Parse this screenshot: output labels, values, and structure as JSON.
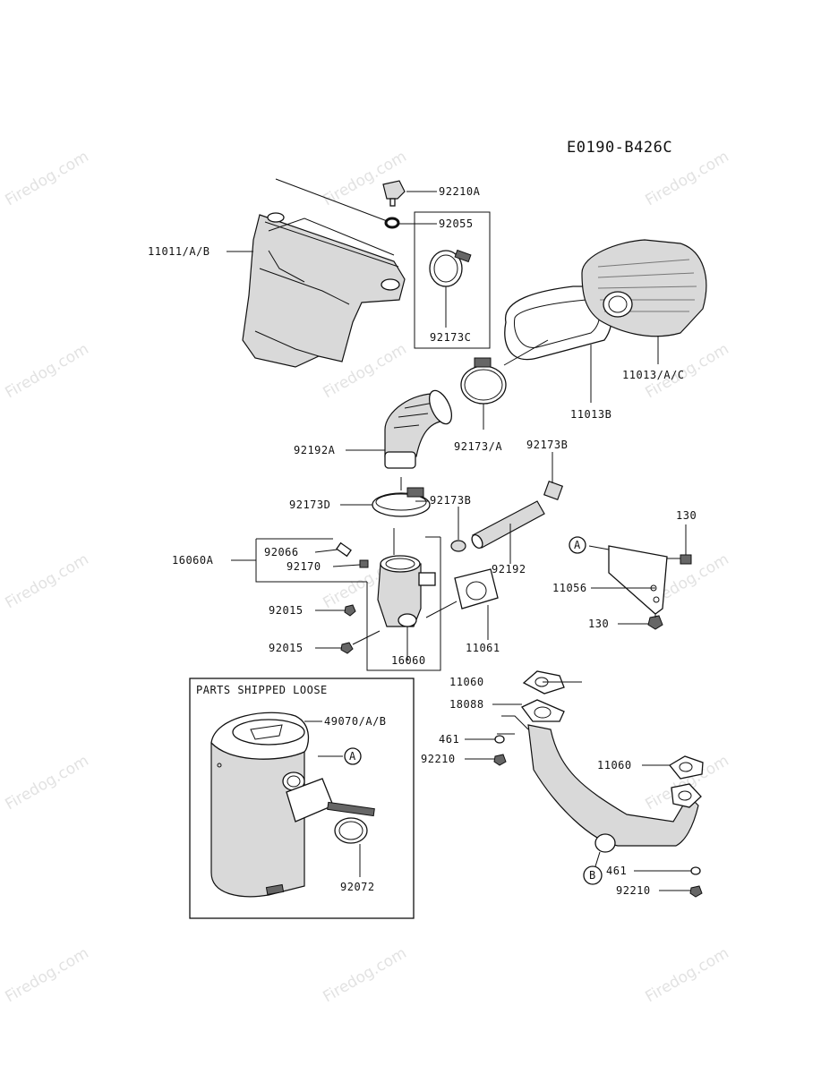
{
  "diagram_code": "E0190-B426C",
  "watermark": "Firedog.com",
  "box_title": "PARTS SHIPPED LOOSE",
  "callouts": {
    "a": "A",
    "b": "B"
  },
  "parts": {
    "p92210A": "92210A",
    "p92055": "92055",
    "p11011": "11011/A/B",
    "p92173C": "92173C",
    "p11013AC": "11013/A/C",
    "p11013B": "11013B",
    "p92192A": "92192A",
    "p92173A": "92173/A",
    "p92173B_1": "92173B",
    "p92173D": "92173D",
    "p92173B_2": "92173B",
    "p130_1": "130",
    "p16060A": "16060A",
    "p92066": "92066",
    "p92170": "92170",
    "p92192": "92192",
    "p11056": "11056",
    "p92015_1": "92015",
    "p130_2": "130",
    "p92015_2": "92015",
    "p16060": "16060",
    "p11061": "11061",
    "p11060_1": "11060",
    "p18088": "18088",
    "p49070": "49070/A/B",
    "p461_1": "461",
    "p92210_1": "92210",
    "p11060_2": "11060",
    "p92072": "92072",
    "p461_2": "461",
    "p92210_2": "92210"
  }
}
